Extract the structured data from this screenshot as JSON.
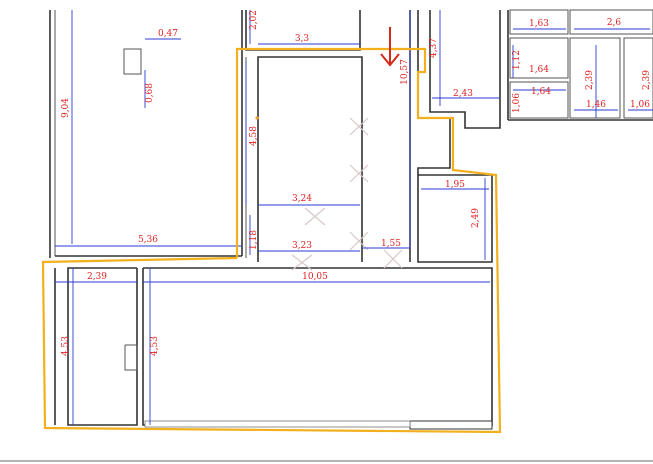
{
  "colors": {
    "dimension_text": "#e02020",
    "dimension_line": "#2b3bd6",
    "walls": "#333333",
    "highlight_outline": "#f2b01e",
    "entry_arrow": "#d42a1a"
  },
  "icons": {
    "entry_arrow": "down-arrow-icon"
  },
  "dimensions": {
    "d_047": "0,47",
    "d_068": "0,68",
    "d_904": "9,04",
    "d_202": "2,02",
    "d_33": "3,3",
    "d_458": "4,58",
    "d_324": "3,24",
    "d_118": "1,18",
    "d_323": "3,23",
    "d_155": "1,55",
    "d_536": "5,36",
    "d_1057": "10,57",
    "d_437": "4,37",
    "d_243": "2,43",
    "d_163": "1,63",
    "d_112": "1,12",
    "d_164a": "1,64",
    "d_106a": "1,06",
    "d_164b": "1,64",
    "d_26": "2,6",
    "d_239a": "2,39",
    "d_239b": "2,39",
    "d_146": "1,46",
    "d_106b": "1,06",
    "d_195": "1,95",
    "d_249": "2,49",
    "d_239c": "2,39",
    "d_1005": "10,05",
    "d_453a": "4,53",
    "d_453b": "4,53"
  }
}
